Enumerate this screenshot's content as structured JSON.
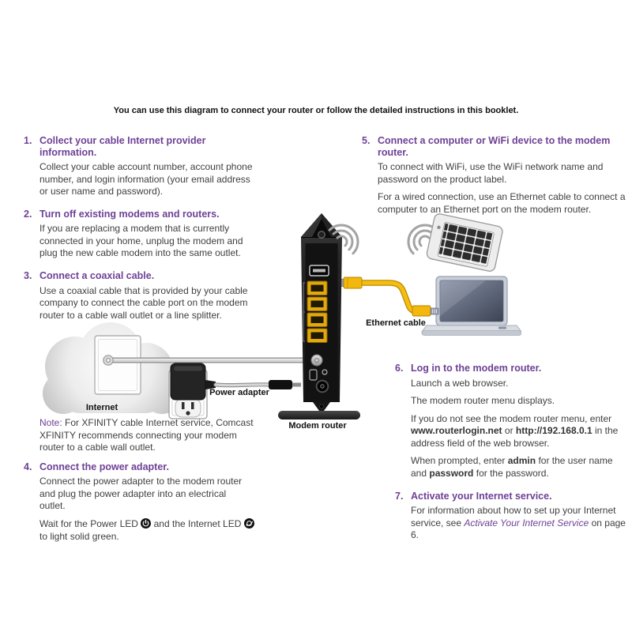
{
  "page_title": "You can use this diagram to connect your router or follow the detailed instructions in this booklet.",
  "colors": {
    "heading_purple": "#6e4196",
    "link_purple": "#6e4196",
    "body_text": "#3f3f3f",
    "label_black": "#111111",
    "ethernet_yellow": "#f3b70d",
    "led_black": "#111111"
  },
  "steps": [
    {
      "num": "1.",
      "heading": "Collect your cable Internet provider information.",
      "body": [
        "Collect your cable account number, account phone number, and login information (your email address or user name and password)."
      ]
    },
    {
      "num": "2.",
      "heading": "Turn off existing modems and routers.",
      "body": [
        "If you are replacing a modem that is currently connected in your home, unplug the modem and plug the new cable modem into the same outlet."
      ]
    },
    {
      "num": "3.",
      "heading": "Connect a coaxial cable.",
      "body": [
        "Use a coaxial cable that is provided by your cable company to connect the cable port on the modem router to a cable wall outlet or a line splitter."
      ]
    },
    {
      "num": "4.",
      "heading": "Connect the power adapter.",
      "body": [
        "Connect the power adapter to the modem router and plug the power adapter into an electrical outlet."
      ],
      "led_sentence": {
        "a": "Wait for the Power LED",
        "b": "and the Internet LED",
        "c": "to light solid green."
      }
    },
    {
      "num": "5.",
      "heading": "Connect a computer or WiFi device to the modem router.",
      "body": [
        "To connect with WiFi, use the WiFi network name and password on the product label.",
        "For a wired connection, use an Ethernet cable to connect a computer to an Ethernet port on the modem router."
      ]
    },
    {
      "num": "6.",
      "heading": "Log in to the modem router.",
      "body": [
        "Launch a web browser.",
        "The modem router menu displays."
      ],
      "address_sentence": {
        "a": "If you do not see the modem router menu, enter",
        "url1": "www.routerlogin.net",
        "b": "or",
        "url2": "http://192.168.0.1",
        "c": "in the address field of the web browser."
      },
      "login_sentence": {
        "a": "When prompted, enter",
        "user": "admin",
        "b": "for the user name and",
        "pass": "password",
        "c": "for the password."
      }
    },
    {
      "num": "7.",
      "heading": "Activate your Internet service.",
      "sentence": {
        "a": "For information about how to set up your Internet service, see",
        "link": "Activate Your Internet Service",
        "b": "on page 6."
      }
    }
  ],
  "note": {
    "label": "Note:",
    "text": "For XFINITY cable Internet service, Comcast XFINITY recommends connecting your modem router to a cable wall outlet."
  },
  "diagram_labels": {
    "internet": "Internet",
    "power_adapter": "Power adapter",
    "modem_router": "Modem router",
    "ethernet_cable": "Ethernet cable"
  }
}
